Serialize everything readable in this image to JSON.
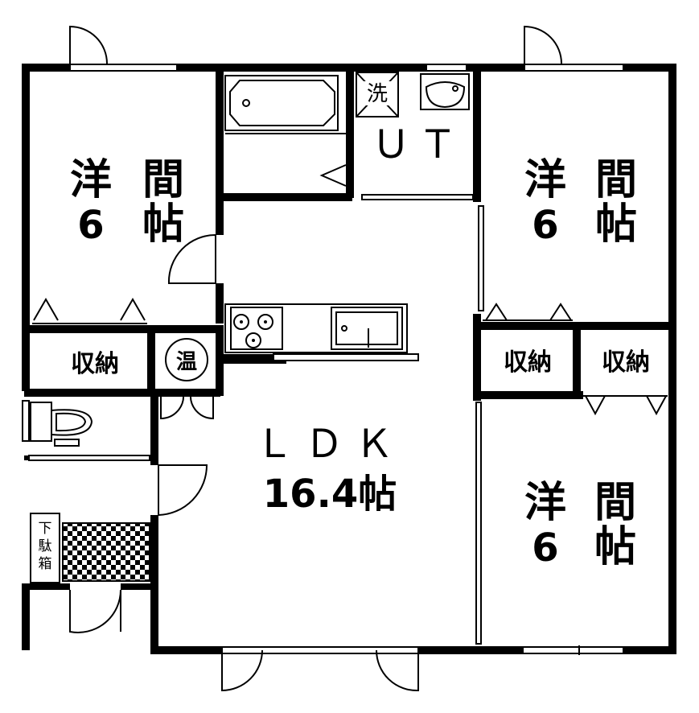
{
  "rooms": {
    "west_room": {
      "kanji_left": "洋",
      "kanji_right": "間",
      "num": "6",
      "unit": "帖"
    },
    "east_room_top": {
      "kanji_left": "洋",
      "kanji_right": "間",
      "num": "6",
      "unit": "帖"
    },
    "east_room_bottom": {
      "kanji_left": "洋",
      "kanji_right": "間",
      "num": "6",
      "unit": "帖"
    },
    "ldk": {
      "name": "ＬＤＫ",
      "size": "16.4帖"
    },
    "utility": {
      "name": "ＵＴ"
    }
  },
  "labels": {
    "storage_west": "収納",
    "storage_east_1": "収納",
    "storage_east_2": "収納",
    "water_heater": "温",
    "washer": "洗",
    "shoe_box": [
      "下",
      "駄",
      "箱"
    ]
  }
}
